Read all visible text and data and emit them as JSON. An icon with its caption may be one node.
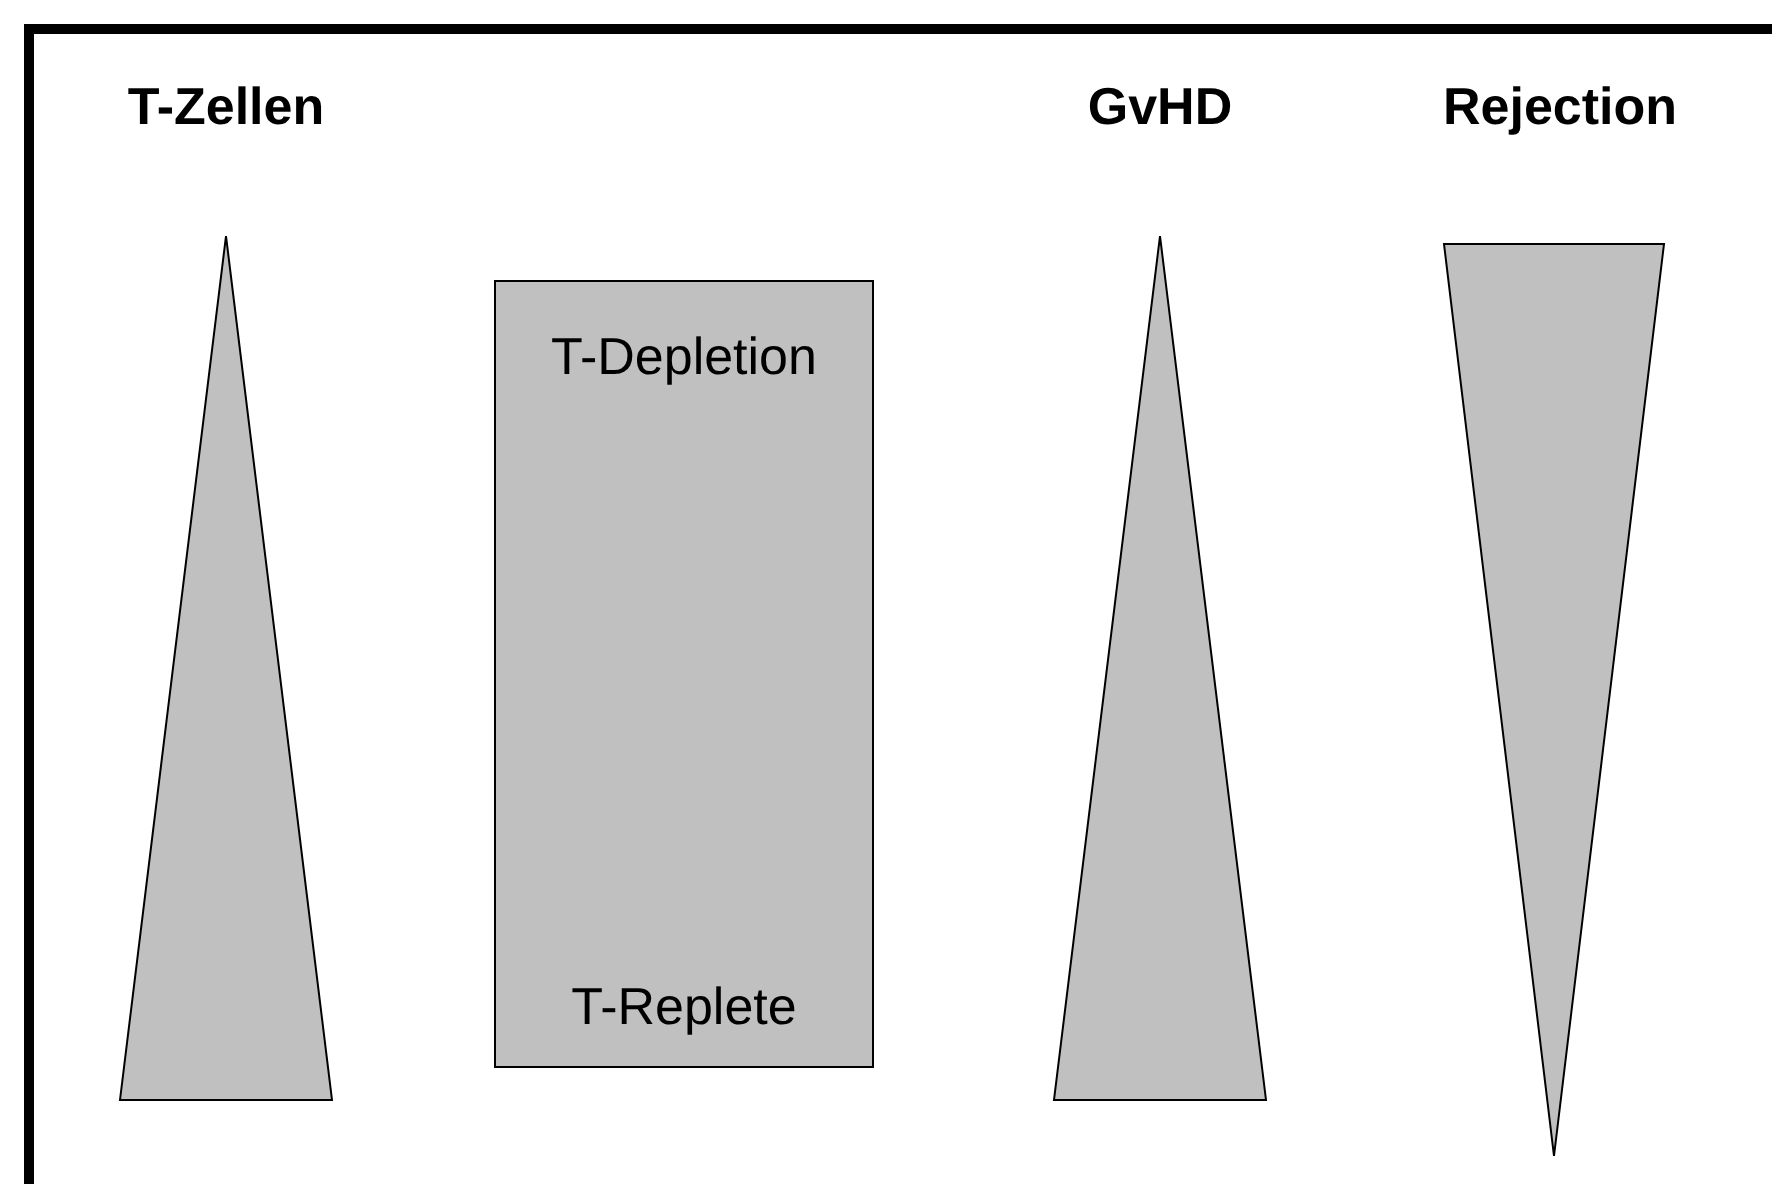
{
  "diagram": {
    "nodes": [
      {
        "text": [
          "T-Zellen"
        ]
      },
      {
        "text": [
          "T-Depletion",
          "T-Replete"
        ]
      },
      {
        "text": [
          "GvHD"
        ]
      },
      {
        "text": [
          "Rejection"
        ]
      }
    ]
  }
}
